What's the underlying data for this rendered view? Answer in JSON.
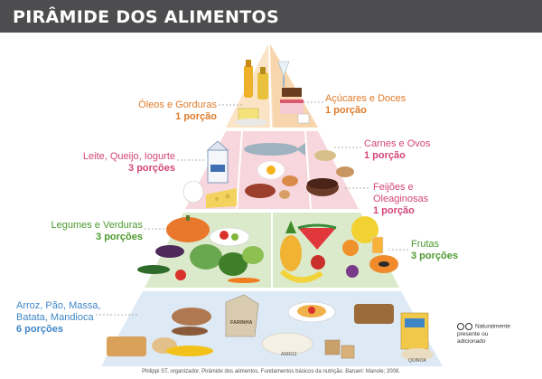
{
  "title": "PIRÂMIDE DOS ALIMENTOS",
  "groups": {
    "oleos": {
      "name": "Óleos e Gorduras",
      "portions": "1 porção"
    },
    "acucares": {
      "name": "Açúcares e Doces",
      "portions": "1 porção"
    },
    "leite": {
      "name": "Leite, Queijo, Iogurte",
      "portions": "3 porções"
    },
    "carnes": {
      "name": "Carnes e Ovos",
      "portions": "1 porção"
    },
    "feijoes": {
      "name_line1": "Feijões e",
      "name_line2": "Oleaginosas",
      "portions": "1 porção"
    },
    "legumes": {
      "name": "Legumes e Verduras",
      "portions": "3 porções"
    },
    "frutas": {
      "name": "Frutas",
      "portions": "3 porções"
    },
    "cereais": {
      "name_line1": "Arroz, Pão, Massa,",
      "name_line2": "Batata, Mandioca",
      "portions": "6 porções"
    }
  },
  "food_labels": {
    "farinha": "FARINHA",
    "arroz": "ARROZ",
    "quinoa": "QUINOA"
  },
  "legend": {
    "line1": "Naturalmente",
    "line2": "presente ou",
    "line3": "adicionado"
  },
  "credit": "Philippi ST, organizador. Pirâmide dos alimentos. Fundamentos básicos da nutrição. Barueri: Manole; 2008.",
  "colors": {
    "orange": "#e07b2a",
    "pink": "#d4457a",
    "green": "#4c9a2e",
    "blue": "#3f86c6",
    "banner": "#4d4d4f"
  }
}
